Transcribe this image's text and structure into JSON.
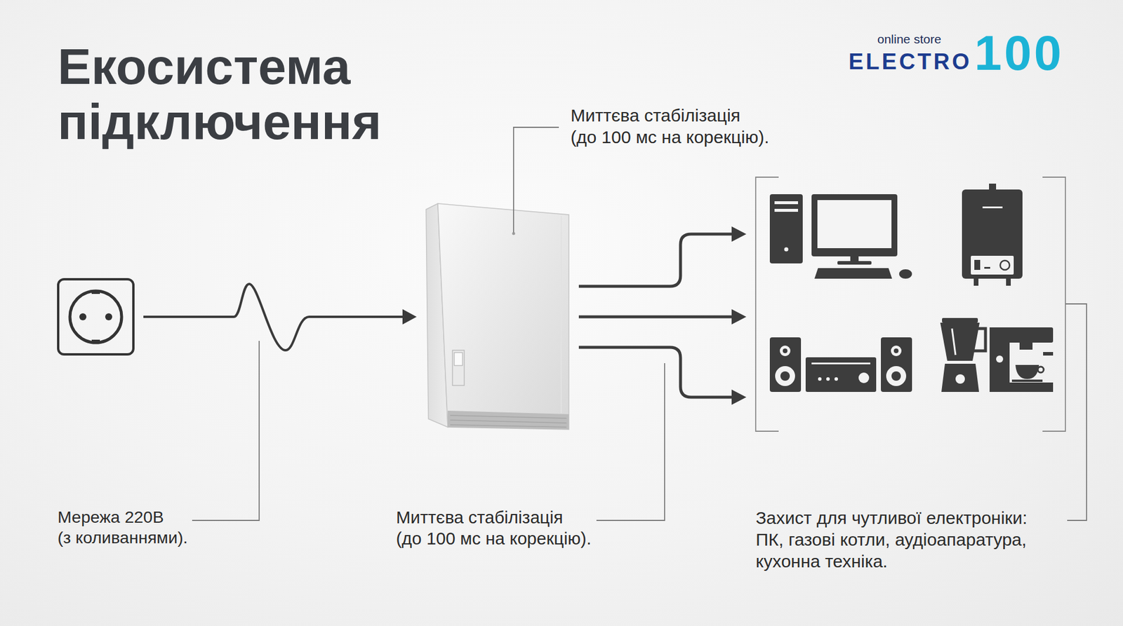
{
  "diagram": {
    "title": "Екосистема підключення",
    "labels": [
      "online store",
      "ELECTRO",
      "100",
      "Миттєва стабілізація (до 100 мс на корекцію).",
      "Мережа 220В (з коливаннями).",
      "Миттєва стабілізація (до 100 мс на корекцію).",
      "Захист для чутливої електроніки: ПК, газові котли, аудіоапаратура, кухонна техніка."
    ]
  }
}
